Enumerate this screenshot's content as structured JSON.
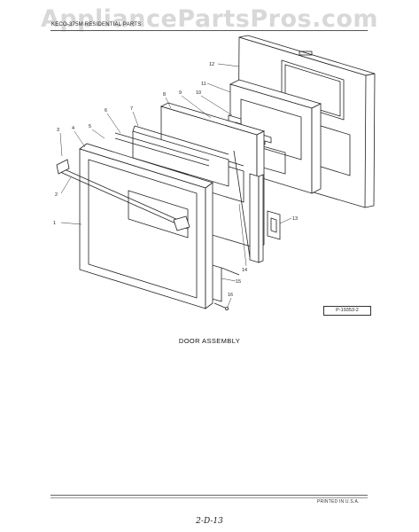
{
  "watermark": "AppliancePartsPros.com",
  "header": {
    "title": "KECO-375M RESIDENTIAL PARTS"
  },
  "callouts": [
    "1",
    "2",
    "3",
    "4",
    "5",
    "6",
    "7",
    "8",
    "9",
    "10",
    "11",
    "12",
    "13",
    "14",
    "15",
    "16"
  ],
  "part_number": "P-19353-2",
  "caption": "DOOR ASSEMBLY",
  "footer": {
    "printed": "PRINTED IN U.S.A."
  },
  "page_number": "2-D-13"
}
